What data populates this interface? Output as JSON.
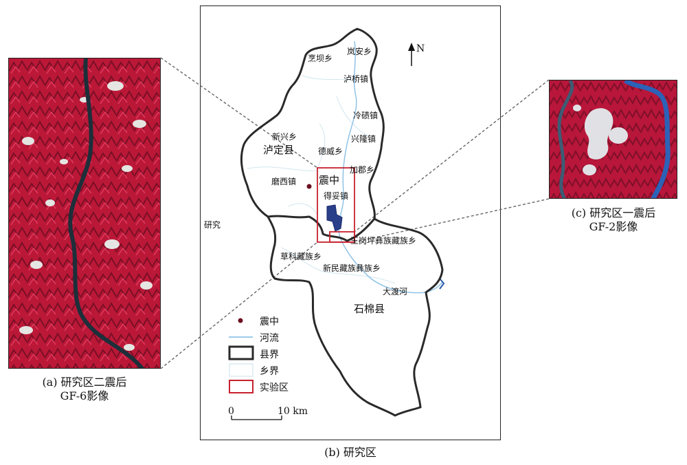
{
  "colors": {
    "vegetation": "#c01a3c",
    "river": "#1f4f86",
    "river_line": "#8fc3e6",
    "county_border": "#2a2a2a",
    "township_border": "#d2e6ee",
    "experiment_zone": "#c8202e",
    "epicenter": "#6b1020",
    "leader_line": "#666666"
  },
  "panel_a": {
    "caption_line1": "(a) 研究区二震后",
    "caption_line2": "GF-6影像"
  },
  "panel_b": {
    "caption": "(b) 研究区"
  },
  "panel_c": {
    "caption_line1": "(c) 研究区一震后",
    "caption_line2": "GF-2影像"
  },
  "map": {
    "north": "N",
    "side_label": "研究",
    "counties": {
      "luding": "泸定县",
      "shimian": "石棉县"
    },
    "epicenter_label": "震中",
    "towns": {
      "pengba": "烹坝乡",
      "lanan": "岚安乡",
      "luqiao": "泸桥镇",
      "lengqi": "冷碛镇",
      "xinxing": "新兴乡",
      "xinglong": "兴隆镇",
      "dewei": "德威乡",
      "jiagu": "加郡乡",
      "moxi": "磨西镇",
      "detuo": "得妥镇",
      "wangangping": "王岗坪彝族藏族乡",
      "caoke": "草科藏族乡",
      "xinmin": "新民藏族彝族乡",
      "daduhe": "大渡河"
    },
    "legend": {
      "epicenter": "震中",
      "river": "河流",
      "county_border": "县界",
      "township_border": "乡界",
      "experiment_zone": "实验区"
    },
    "scale": {
      "zero": "0",
      "ten": "10 km"
    }
  }
}
